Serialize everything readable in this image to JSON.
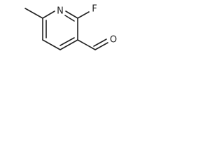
{
  "molecule": {
    "atoms": {
      "nitrogen": "N",
      "fluorine": "F",
      "oxygen": "O"
    }
  }
}
